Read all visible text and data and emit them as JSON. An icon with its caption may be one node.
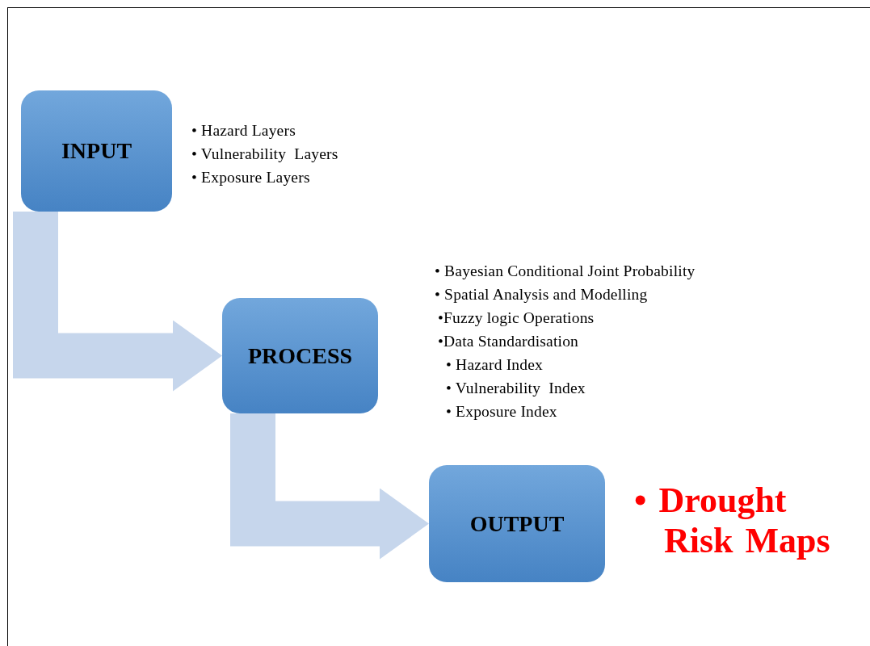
{
  "diagram": {
    "nodes": [
      {
        "text": [
          "INPUT"
        ],
        "beside": [
          "• Hazard Layers",
          "• Vulnerability  Layers",
          "• Exposure Layers"
        ]
      },
      {
        "text": [
          "PROCESS"
        ],
        "beside": [
          "• Bayesian Conditional Joint Probability",
          "• Spatial Analysis and Modelling",
          "•Fuzzy logic Operations",
          "•Data Standardisation",
          "• Hazard Index",
          "• Vulnerability  Index",
          "• Exposure Index"
        ]
      },
      {
        "text": [
          "OUTPUT"
        ],
        "beside": [
          "• Drought Risk Maps"
        ]
      }
    ],
    "edges": [
      {
        "from": 0,
        "to": 1,
        "arrow": "to"
      },
      {
        "from": 1,
        "to": 2,
        "arrow": "to"
      }
    ]
  }
}
